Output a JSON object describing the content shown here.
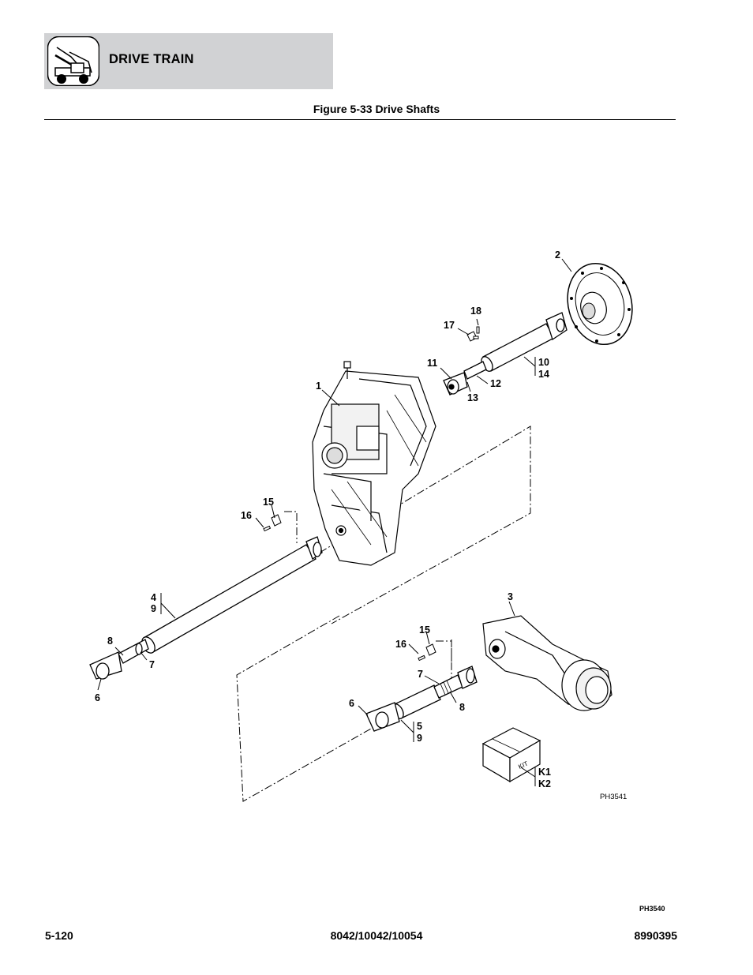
{
  "header": {
    "section_title": "DRIVE TRAIN",
    "icon": "telehandler-icon"
  },
  "figure": {
    "caption": "Figure 5-33 Drive Shafts",
    "photo_ref": "PH3541",
    "kit_box_text": "KIT",
    "callouts": {
      "c1": "1",
      "c2": "2",
      "c3": "3",
      "c4": "4",
      "c9a": "9",
      "c5": "5",
      "c9b": "9",
      "c6a": "6",
      "c6b": "6",
      "c7a": "7",
      "c7b": "7",
      "c8a": "8",
      "c8b": "8",
      "c10": "10",
      "c14": "14",
      "c11": "11",
      "c12": "12",
      "c13": "13",
      "c15a": "15",
      "c15b": "15",
      "c16a": "16",
      "c16b": "16",
      "c17": "17",
      "c18": "18",
      "k1": "K1",
      "k2": "K2"
    }
  },
  "page_ref": "PH3540",
  "footer": {
    "page_number": "5-120",
    "models": "8042/10042/10054",
    "manual_number": "8990395"
  }
}
